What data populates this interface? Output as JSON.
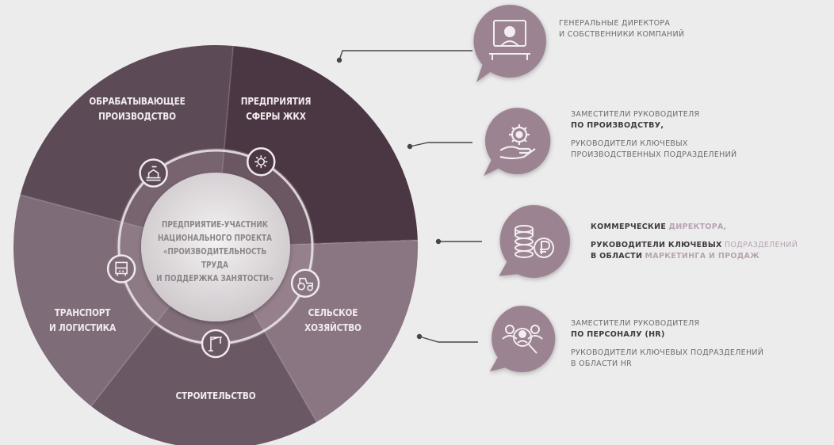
{
  "center": {
    "lines": [
      "ПРЕДПРИЯТИЕ-УЧАСТНИК",
      "НАЦИОНАЛЬНОГО ПРОЕКТА",
      "«ПРОИЗВОДИТЕЛЬНОСТЬ ТРУДА",
      "И ПОДДЕРЖКА ЗАНЯТОСТИ»"
    ]
  },
  "segments": [
    {
      "label": [
        "ОБРАБАТЫВАЮЩЕЕ",
        "ПРОИЗВОДСТВО"
      ],
      "icon": "conveyor-icon",
      "color": "#5c4a57"
    },
    {
      "label": [
        "ПРЕДПРИЯТИЯ",
        "СФЕРЫ ЖКХ"
      ],
      "icon": "gear-icon",
      "color": "#4a3743"
    },
    {
      "label": [
        "СЕЛЬСКОЕ",
        "ХОЗЯЙСТВО"
      ],
      "icon": "tractor-icon",
      "color": "#8a7682"
    },
    {
      "label": [
        "СТРОИТЕЛЬСТВО"
      ],
      "icon": "crane-icon",
      "color": "#6a5864"
    },
    {
      "label": [
        "ТРАНСПОРТ",
        "И ЛОГИСТИКА"
      ],
      "icon": "bus-icon",
      "color": "#7e6c78"
    }
  ],
  "audiences": [
    {
      "icon": "director-icon",
      "lines": [
        "ГЕНЕРАЛЬНЫЕ ДИРЕКТОРА",
        "И СОБСТВЕННИКИ КОМПАНИЙ"
      ]
    },
    {
      "icon": "gear-hand-icon",
      "lines": [
        "ЗАМЕСТИТЕЛИ РУКОВОДИТЕЛЯ",
        "ПО ПРОИЗВОДСТВУ,",
        "РУКОВОДИТЕЛИ КЛЮЧЕВЫХ",
        "ПРОИЗВОДСТВЕННЫХ ПОДРАЗДЕЛЕНИЙ"
      ]
    },
    {
      "icon": "coins-ruble-icon",
      "lines": [
        "КОММЕРЧЕСКИЕ",
        "ДИРЕКТОРА,",
        "РУКОВОДИТЕЛИ КЛЮЧЕВЫХ",
        "ПОДРАЗДЕЛЕНИЙ",
        "В ОБЛАСТИ",
        "МАРКЕТИНГА И ПРОДАЖ"
      ]
    },
    {
      "icon": "hr-search-icon",
      "lines": [
        "ЗАМЕСТИТЕЛИ РУКОВОДИТЕЛЯ",
        "ПО ПЕРСОНАЛУ (HR)",
        "РУКОВОДИТЕЛИ КЛЮЧЕВЫХ ПОДРАЗДЕЛЕНИЙ",
        "В ОБЛАСТИ HR"
      ]
    }
  ],
  "colors": {
    "ring_inner": "#a8949f",
    "center_disc": "#e4e0e2",
    "marker": "#9b8392",
    "connector": "#4a4448"
  }
}
